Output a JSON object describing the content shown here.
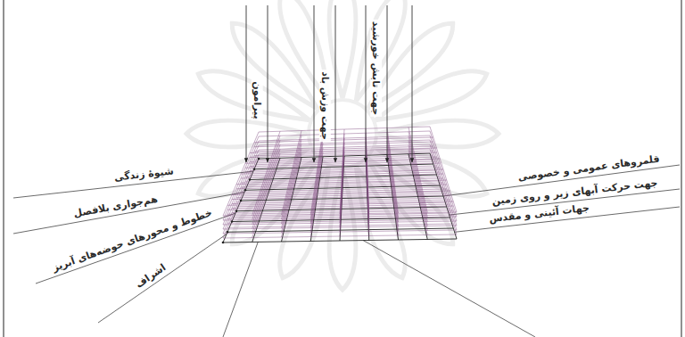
{
  "diagram": {
    "labels": [
      "پیرامون",
      "جهت وزش باد",
      "جهت تابش خورشید",
      "شیوهٔ زندگی",
      "هم‌جواری بلافصل",
      "خطوط و محورهای حوضه‌های آبریز",
      "اشراف",
      "قلمروهای عمومی و خصوصی",
      "جهت حرکت آبهای زیر و روی زمین",
      "جهات آئینی و مقدس"
    ]
  }
}
